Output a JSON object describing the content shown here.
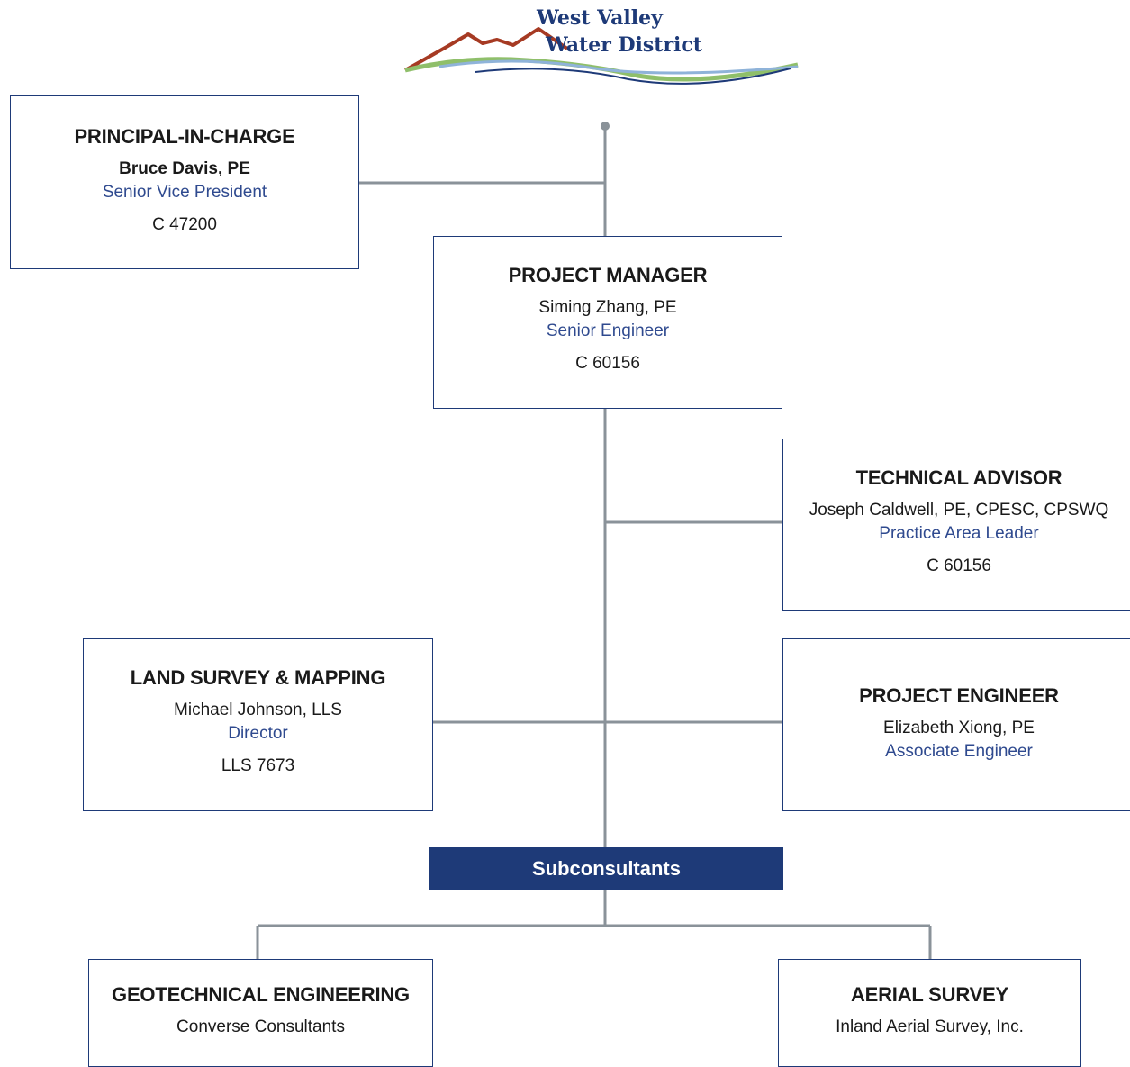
{
  "logo": {
    "line1": "West Valley",
    "line2": "Water District",
    "colors": {
      "primary": "#1e3a78",
      "mountain": "#a63a23",
      "wave_green": "#8fbf6a",
      "wave_blue": "#8fb3d9"
    }
  },
  "principal": {
    "role": "PRINCIPAL-IN-CHARGE",
    "name": "Bruce Davis, PE",
    "title": "Senior Vice President",
    "license": "C 47200"
  },
  "project_manager": {
    "role": "PROJECT MANAGER",
    "name": "Siming Zhang, PE",
    "title": "Senior Engineer",
    "license": "C 60156"
  },
  "technical_advisor": {
    "role": "TECHNICAL ADVISOR",
    "name": "Joseph Caldwell, PE, CPESC, CPSWQ",
    "title": "Practice Area Leader",
    "license": "C 60156"
  },
  "land_survey": {
    "role": "LAND SURVEY & MAPPING",
    "name": "Michael Johnson, LLS",
    "title": "Director",
    "license": "LLS 7673"
  },
  "project_engineer": {
    "role": "PROJECT ENGINEER",
    "name": "Elizabeth Xiong, PE",
    "title": "Associate Engineer"
  },
  "subconsultants": {
    "label": "Subconsultants",
    "geotechnical": {
      "role": "GEOTECHNICAL ENGINEERING",
      "firm": "Converse Consultants"
    },
    "aerial": {
      "role": "AERIAL SURVEY",
      "firm": "Inland Aerial Survey, Inc."
    }
  },
  "colors": {
    "box_border": "#1e3a78",
    "title_text": "#2f4a8f",
    "connector": "#8a9299",
    "banner_bg": "#1e3a78"
  }
}
